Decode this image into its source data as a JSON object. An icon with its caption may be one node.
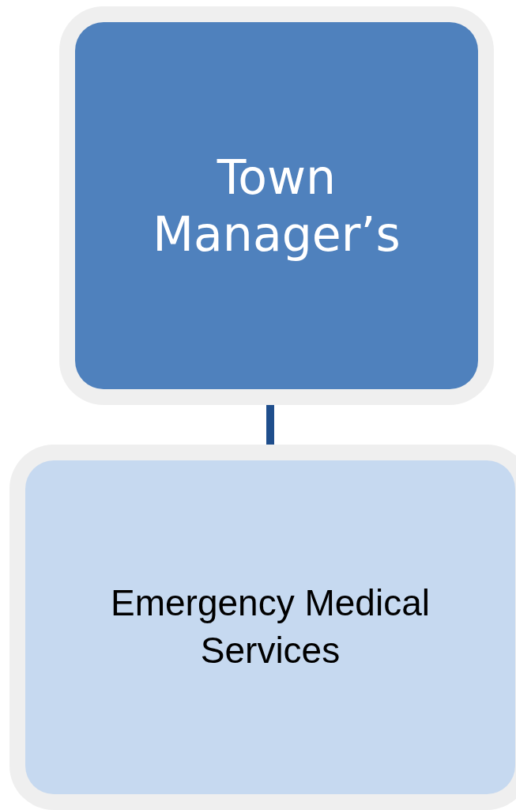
{
  "diagram": {
    "nodes": [
      {
        "text": [
          "Town Manager’s"
        ]
      },
      {
        "text": [
          "Emergency Medical Services"
        ]
      }
    ],
    "edges": [
      {
        "from": 0,
        "to": 1,
        "arrow": "none"
      }
    ]
  }
}
